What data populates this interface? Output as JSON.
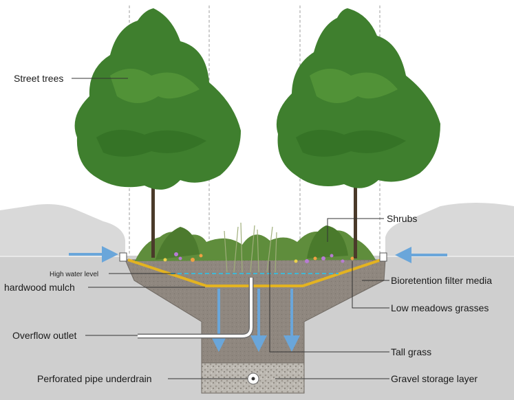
{
  "labels": {
    "street_trees": "Street trees",
    "shrubs": "Shrubs",
    "high_water_level": "High water level",
    "hardwood_mulch": "hardwood mulch",
    "bioretention_filter_media": "Bioretention filter media",
    "low_meadows_grasses": "Low meadows grasses",
    "overflow_outlet": "Overflow outlet",
    "tall_grass": "Tall grass",
    "perforated_pipe_underdrain": "Perforated pipe underdrain",
    "gravel_storage_layer": "Gravel storage layer"
  },
  "colors": {
    "ground": "#cfcfcf",
    "soil": "#8f877f",
    "gravel": "#b9b6b0",
    "mulch": "#e3b321",
    "water_arrow": "#6aa6da",
    "water_line": "#3fb8d6",
    "foliage": "#3f7f2e",
    "trunk": "#4a3a2a"
  },
  "icons": [
    "flow-arrow-icon",
    "overflow-pipe-icon",
    "perforated-pipe-icon"
  ]
}
